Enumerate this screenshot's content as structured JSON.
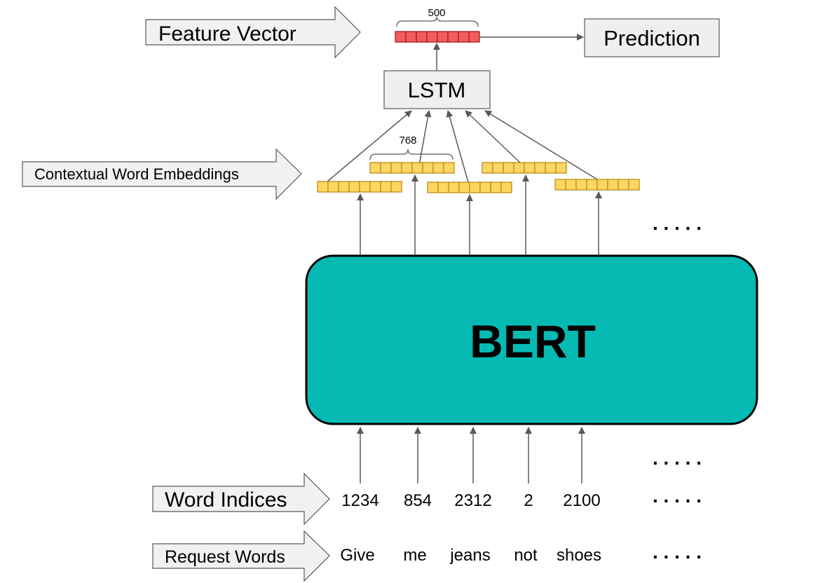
{
  "labels": {
    "feature_vector": "Feature Vector",
    "contextual_embeddings": "Contextual Word Embeddings",
    "word_indices": "Word Indices",
    "request_words": "Request Words"
  },
  "nodes": {
    "prediction": "Prediction",
    "lstm": "LSTM",
    "bert": "BERT"
  },
  "dims": {
    "feature_vector": "500",
    "embedding": "768"
  },
  "tokens": [
    {
      "word": "Give",
      "index": "1234"
    },
    {
      "word": "me",
      "index": "854"
    },
    {
      "word": "jeans",
      "index": "2312"
    },
    {
      "word": "not",
      "index": "2"
    },
    {
      "word": "shoes",
      "index": "2100"
    }
  ],
  "ellipsis": ". . . . .",
  "colors": {
    "bert": "#05bab3",
    "embedding_cell": "#fdd663",
    "embedding_border": "#b8860b",
    "feature_cell": "#f25c5c",
    "feature_border": "#a61c1c",
    "label_arrow_fill": "#f1f1f1",
    "box_border": "#555555",
    "arrow": "#595959"
  }
}
